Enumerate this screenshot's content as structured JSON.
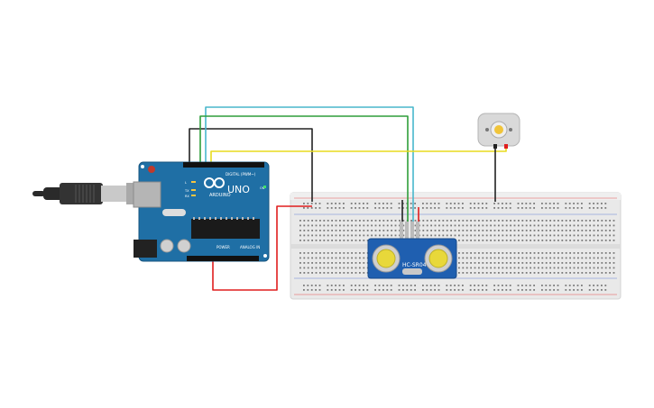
{
  "canvas": {
    "background": "#ffffff"
  },
  "arduino": {
    "brand": "ARDUINO",
    "model": "UNO",
    "label_digital": "DIGITAL (PWM~)",
    "label_power": "POWER",
    "label_analog": "ANALOG IN",
    "label_on": "ON",
    "label_tx": "TX",
    "label_rx": "RX",
    "label_l": "L",
    "board_color": "#1f6fa5"
  },
  "sensor": {
    "label": "HC-SR04",
    "board_color": "#1f5fb0"
  },
  "motor": {
    "color": "#d9d9d9"
  },
  "breadboard": {
    "color": "#e9e9e9"
  },
  "wires": {
    "black": "#222222",
    "red": "#e01e1e",
    "green": "#2e9e3a",
    "cyan": "#48b7cc",
    "yellow": "#e8dc1e"
  },
  "usb_cable": {
    "color": "#2a2a2a"
  }
}
